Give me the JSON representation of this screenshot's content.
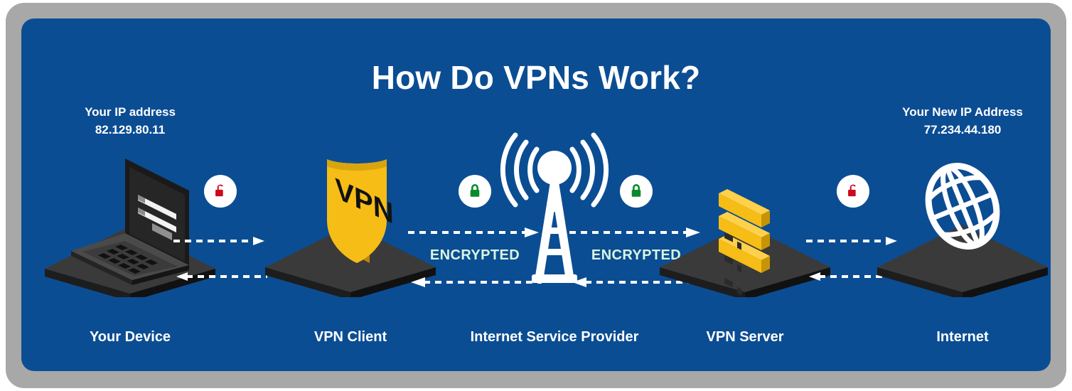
{
  "title": "How Do VPNs Work?",
  "colors": {
    "panel_blue": "#0b4d93",
    "frame_gray": "#a8a8a8",
    "accent_yellow": "#f6bd16",
    "lock_red": "#cc0a1e",
    "lock_green": "#0a8a2e",
    "encrypted_text": "#d9f5e2",
    "white": "#ffffff",
    "device_dark": "#2b2b2b"
  },
  "ip_left": {
    "label": "Your IP address",
    "value": "82.129.80.11"
  },
  "ip_right": {
    "label": "Your New IP Address",
    "value": "77.234.44.180"
  },
  "nodes": [
    {
      "id": "device",
      "label": "Your Device",
      "icon": "laptop-isometric-icon"
    },
    {
      "id": "client",
      "label": "VPN Client",
      "icon": "vpn-shield-icon",
      "badge": "VPN"
    },
    {
      "id": "isp",
      "label": "Internet Service Provider",
      "icon": "broadcast-tower-icon"
    },
    {
      "id": "server",
      "label": "VPN Server",
      "icon": "server-rack-icon"
    },
    {
      "id": "internet",
      "label": "Internet",
      "icon": "globe-wireframe-icon"
    }
  ],
  "connectors": [
    {
      "id": "c1",
      "lock": "unlocked",
      "lock_color": "#cc0a1e",
      "encrypted_label": ""
    },
    {
      "id": "c2",
      "lock": "locked",
      "lock_color": "#0a8a2e",
      "encrypted_label": "ENCRYPTED"
    },
    {
      "id": "c3",
      "lock": "locked",
      "lock_color": "#0a8a2e",
      "encrypted_label": "ENCRYPTED"
    },
    {
      "id": "c4",
      "lock": "unlocked",
      "lock_color": "#cc0a1e",
      "encrypted_label": ""
    }
  ]
}
